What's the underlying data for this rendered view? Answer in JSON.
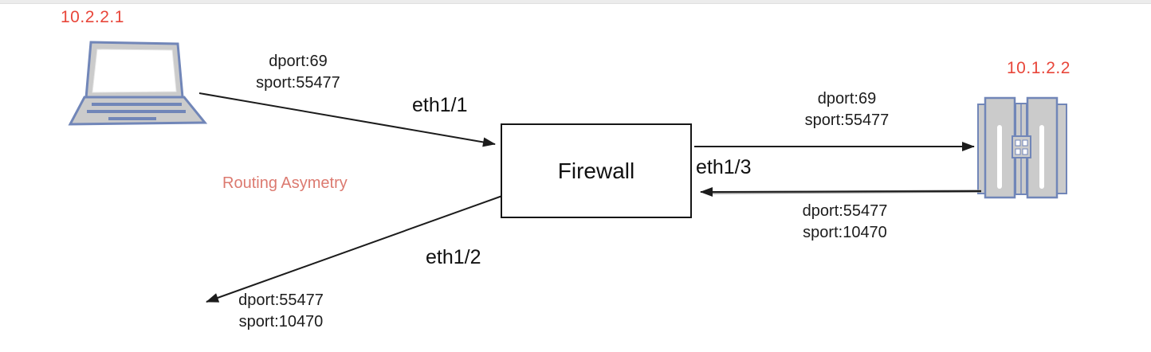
{
  "diagram": {
    "note": "Routing Asymetry",
    "client": {
      "ip": "10.2.2.1",
      "icon": "laptop-icon"
    },
    "server": {
      "ip": "10.1.2.2",
      "icon": "server-icon"
    },
    "firewall": {
      "label": "Firewall"
    },
    "interfaces": {
      "ingress": "eth1/1",
      "egress": "eth1/2",
      "server_side": "eth1/3"
    },
    "flows": {
      "client_to_firewall": {
        "line1": "dport:69",
        "line2": "sport:55477"
      },
      "firewall_to_server": {
        "line1": "dport:69",
        "line2": "sport:55477"
      },
      "server_to_firewall": {
        "line1": "dport:55477",
        "line2": "sport:10470"
      },
      "firewall_to_client": {
        "line1": "dport:55477",
        "line2": "sport:10470"
      }
    },
    "colors": {
      "ip_label": "#e8463a",
      "note": "#dc7a70",
      "device_outline": "#7186b8",
      "device_fill": "#cbcbcb",
      "arrow": "#1c1c1c"
    }
  }
}
